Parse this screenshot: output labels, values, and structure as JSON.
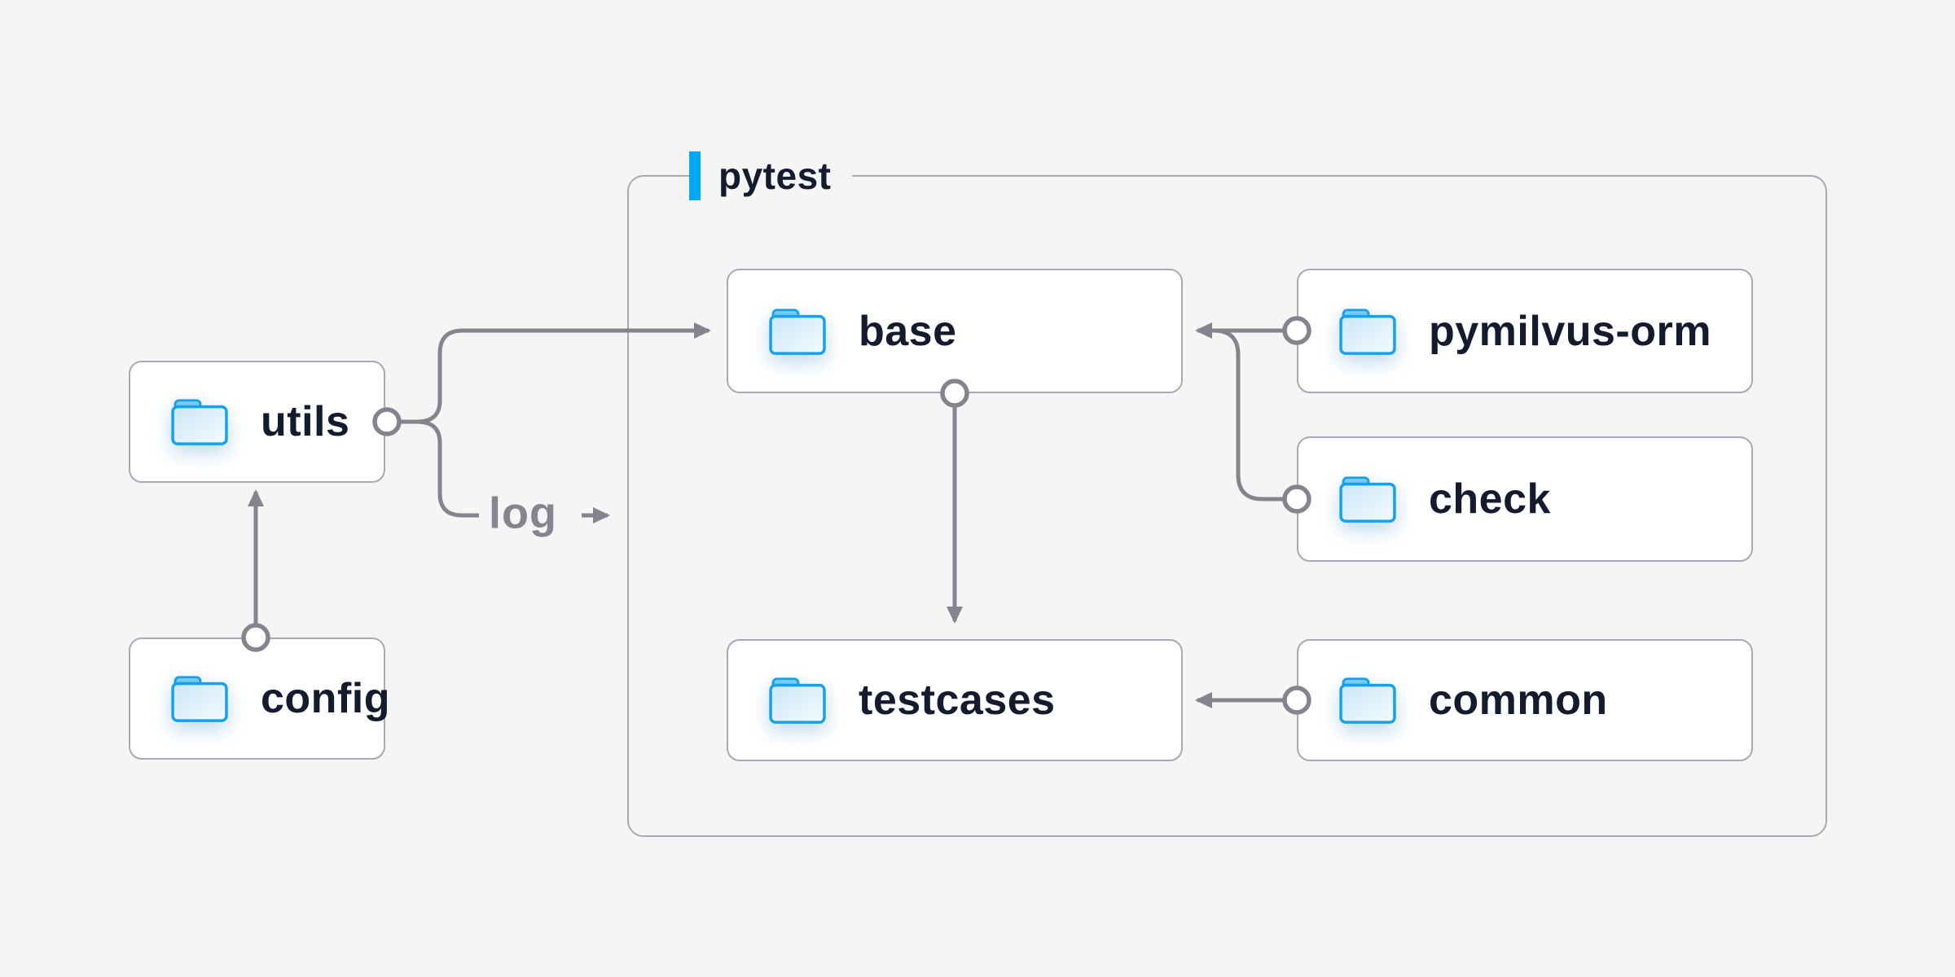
{
  "diagram": {
    "container": {
      "label": "pytest"
    },
    "nodes": [
      {
        "id": "utils",
        "label": "utils",
        "icon": "folder-icon"
      },
      {
        "id": "config",
        "label": "config",
        "icon": "folder-icon"
      },
      {
        "id": "base",
        "label": "base",
        "icon": "folder-icon"
      },
      {
        "id": "testcases",
        "label": "testcases",
        "icon": "folder-icon"
      },
      {
        "id": "pymilvus-orm",
        "label": "pymilvus-orm",
        "icon": "folder-icon"
      },
      {
        "id": "check",
        "label": "check",
        "icon": "folder-icon"
      },
      {
        "id": "common",
        "label": "common",
        "icon": "folder-icon"
      }
    ],
    "edges": [
      {
        "from": "config",
        "to": "utils",
        "style": "arrow"
      },
      {
        "from": "utils",
        "to": "base",
        "style": "arrow"
      },
      {
        "from": "utils",
        "to": "pytest",
        "label": "log",
        "style": "arrow"
      },
      {
        "from": "base",
        "to": "testcases",
        "style": "arrow"
      },
      {
        "from": "pymilvus-orm",
        "to": "base",
        "style": "arrow"
      },
      {
        "from": "check",
        "to": "base",
        "style": "arrow"
      },
      {
        "from": "common",
        "to": "testcases",
        "style": "arrow"
      }
    ]
  },
  "colors": {
    "bg": "#f5f5f6",
    "node_bg": "#ffffff",
    "box_border": "#a9a9b5",
    "wire": "#84848e",
    "text": "#141b2e",
    "muted_text": "#85858f",
    "accent": "#00a7f3",
    "folder_stroke": "#17a1ec"
  }
}
